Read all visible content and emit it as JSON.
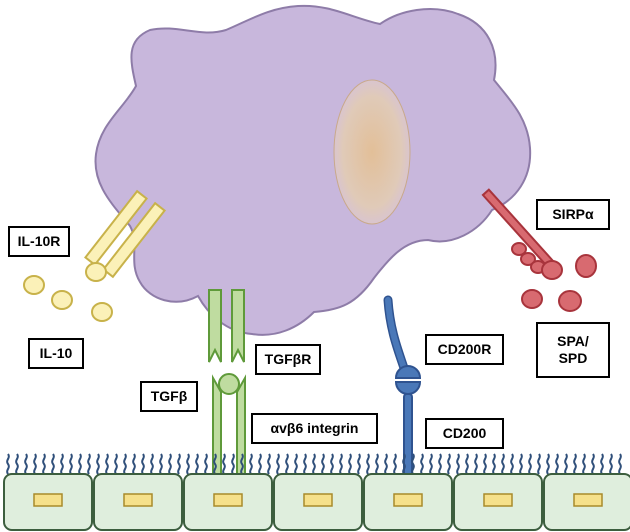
{
  "labels": {
    "il10r": "IL-10R",
    "il10": "IL-10",
    "tgfb": "TGFβ",
    "tgfbr": "TGFβR",
    "integrin": "αvβ6 integrin",
    "cd200r": "CD200R",
    "cd200": "CD200",
    "sirpa": "SIRPα",
    "spa_line1": "SPA/",
    "spa_line2": "SPD"
  },
  "colors": {
    "cell_fill": "#c9b8dc",
    "cell_stroke": "#8d7aa8",
    "nucleus_center": "#e2c4a4",
    "nucleus_edge": "#d8c2dc",
    "il10_fill": "#fbf1b8",
    "il10_stroke": "#c8b24a",
    "tgf_fill": "#bfdca0",
    "tgf_stroke": "#5f9a3a",
    "cd200_fill": "#4a78b8",
    "cd200_stroke": "#2f5390",
    "sirp_fill": "#d86a70",
    "sirp_stroke": "#a8343c",
    "epithelium_fill": "#dfeedd",
    "epithelium_stroke": "#3c5e3e",
    "cilia": "#2f4f7a",
    "nucleus_box_fill": "#f6e08a",
    "nucleus_box_stroke": "#a88a2a"
  },
  "icons": [
    "macrophage-cell",
    "nucleus",
    "il10-receptor",
    "il10-molecule",
    "tgfb-receptor",
    "integrin",
    "cd200r-receptor",
    "sirp-receptor",
    "spa-spd-molecule",
    "epithelial-cell",
    "cilia"
  ]
}
